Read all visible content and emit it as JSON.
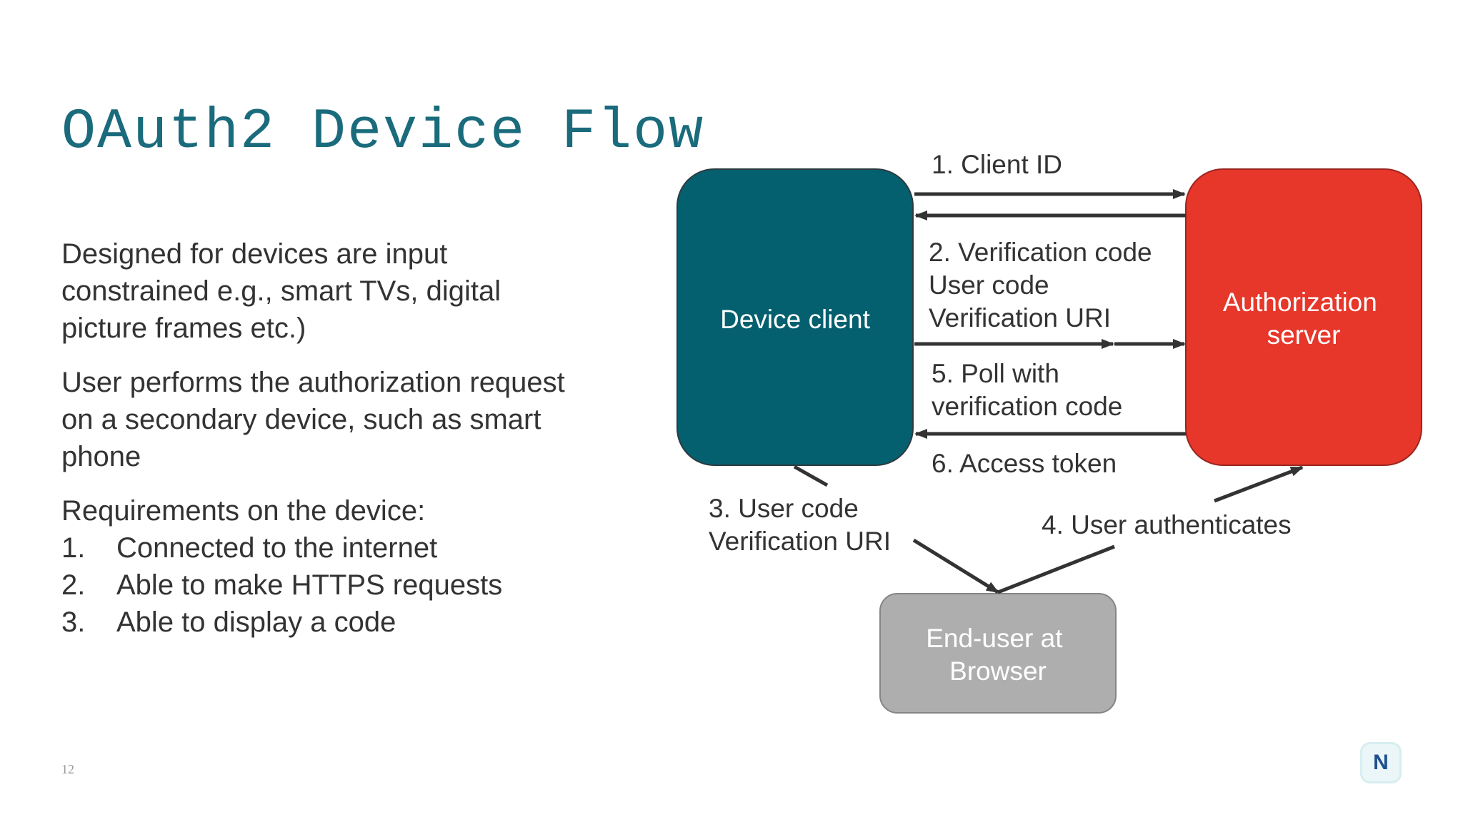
{
  "title": "OAuth2 Device Flow",
  "body": {
    "paragraph1": "Designed for devices are input constrained e.g., smart TVs, digital picture frames etc.)",
    "paragraph2": "User performs the authorization request on a secondary device, such as smart phone",
    "requirements_heading": "Requirements on the device:",
    "requirements": [
      {
        "num": "1.",
        "text": "Connected to the internet"
      },
      {
        "num": "2.",
        "text": "Able to make HTTPS requests"
      },
      {
        "num": "3.",
        "text": "Able to display a code"
      }
    ]
  },
  "diagram": {
    "device_client": "Device client",
    "auth_server_line1": "Authorization",
    "auth_server_line2": "server",
    "end_user_line1": "End-user at",
    "end_user_line2": "Browser",
    "step1": "1. Client ID",
    "step2_line1": "2. Verification code",
    "step2_line2": "User code",
    "step2_line3": "Verification URI",
    "step5_line1": "5. Poll with",
    "step5_line2": "verification code",
    "step6": "6. Access token",
    "step3_line1": "3. User code",
    "step3_line2": "Verification URI",
    "step4": "4.  User authenticates"
  },
  "colors": {
    "device_client": "#04606f",
    "auth_server": "#e7362a",
    "end_user": "#aeaeae",
    "arrow": "#333333",
    "title": "#1a6b7c"
  },
  "page_number": "12",
  "logo": {
    "letter": "N",
    "icon": "n-logo-icon"
  }
}
